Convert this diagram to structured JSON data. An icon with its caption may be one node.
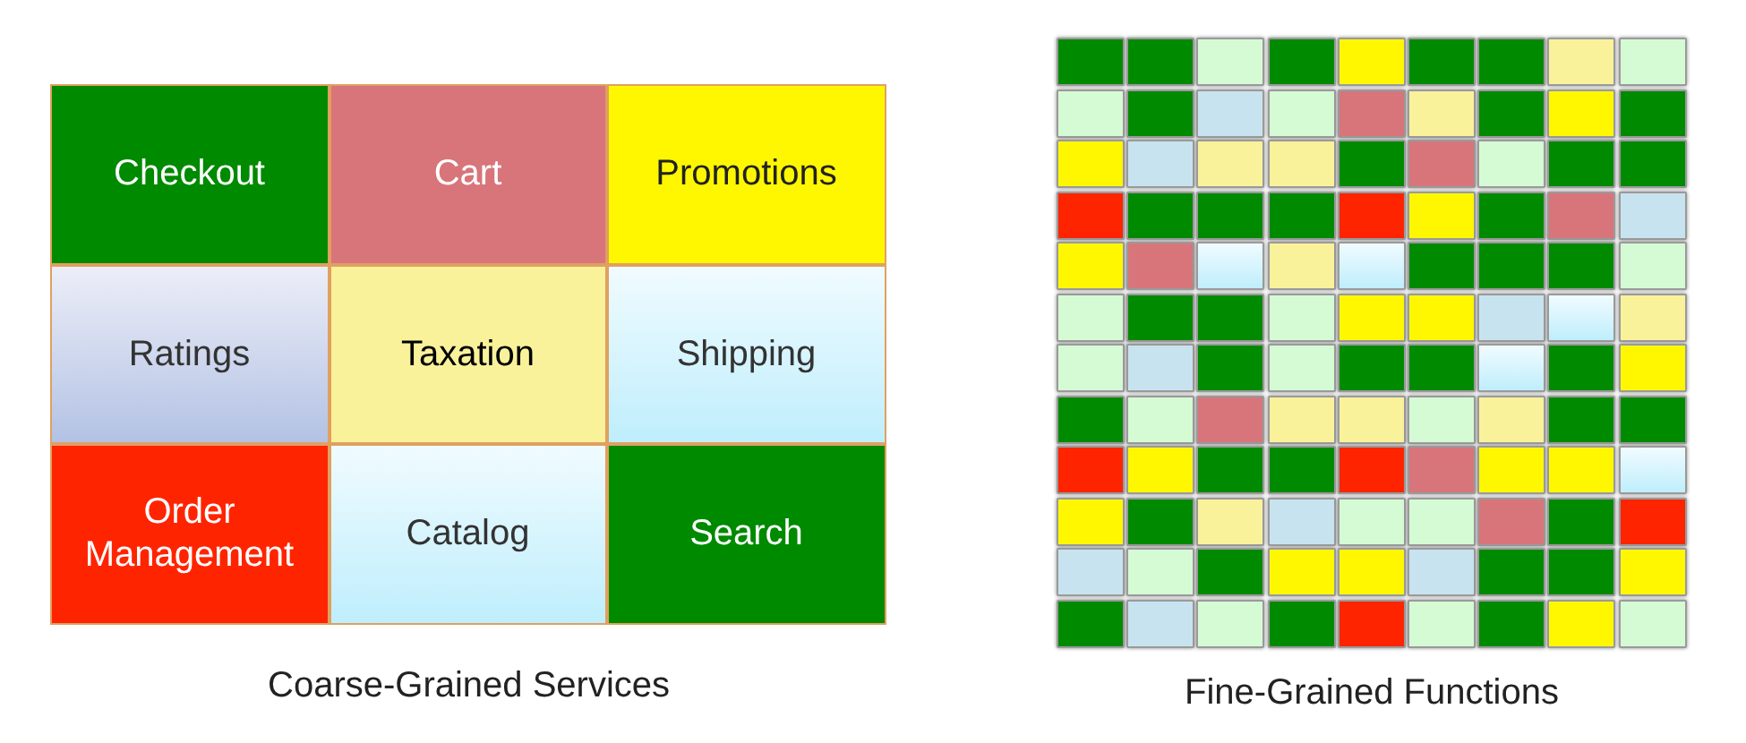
{
  "diagram": {
    "nodes": [
      {
        "text": [
          "Checkout"
        ]
      },
      {
        "text": [
          "Cart"
        ]
      },
      {
        "text": [
          "Promotions"
        ]
      },
      {
        "text": [
          "Ratings"
        ]
      },
      {
        "text": [
          "Taxation"
        ]
      },
      {
        "text": [
          "Shipping"
        ]
      },
      {
        "text": [
          "Order Management"
        ]
      },
      {
        "text": [
          "Catalog"
        ]
      },
      {
        "text": [
          "Search"
        ]
      },
      {
        "text": [],
        "shape": "box"
      },
      {
        "text": [],
        "shape": "box"
      },
      {
        "text": [],
        "shape": "box"
      },
      {
        "text": [],
        "shape": "box"
      },
      {
        "text": [],
        "shape": "box"
      },
      {
        "text": [],
        "shape": "box"
      },
      {
        "text": [],
        "shape": "box"
      },
      {
        "text": [],
        "shape": "box"
      },
      {
        "text": [],
        "shape": "box"
      },
      {
        "text": [],
        "shape": "box"
      },
      {
        "text": [],
        "shape": "box"
      },
      {
        "text": [],
        "shape": "box"
      },
      {
        "text": [],
        "shape": "box"
      },
      {
        "text": [],
        "shape": "box"
      },
      {
        "text": [],
        "shape": "box"
      },
      {
        "text": [],
        "shape": "box"
      },
      {
        "text": [],
        "shape": "box"
      },
      {
        "text": [],
        "shape": "box"
      },
      {
        "text": [],
        "shape": "box"
      },
      {
        "text": [],
        "shape": "box"
      },
      {
        "text": [],
        "shape": "box"
      },
      {
        "text": [],
        "shape": "box"
      },
      {
        "text": [],
        "shape": "box"
      },
      {
        "text": [],
        "shape": "box"
      },
      {
        "text": [],
        "shape": "box"
      },
      {
        "text": [],
        "shape": "box"
      },
      {
        "text": [],
        "shape": "box"
      },
      {
        "text": [],
        "shape": "box"
      },
      {
        "text": [],
        "shape": "box"
      },
      {
        "text": [],
        "shape": "box"
      },
      {
        "text": [],
        "shape": "box"
      },
      {
        "text": [],
        "shape": "box"
      },
      {
        "text": [],
        "shape": "box"
      },
      {
        "text": [],
        "shape": "box"
      },
      {
        "text": [],
        "shape": "box"
      },
      {
        "text": [],
        "shape": "box"
      },
      {
        "text": [],
        "shape": "box"
      },
      {
        "text": [],
        "shape": "box"
      },
      {
        "text": [],
        "shape": "box"
      },
      {
        "text": [],
        "shape": "box"
      },
      {
        "text": [],
        "shape": "box"
      },
      {
        "text": [],
        "shape": "box"
      },
      {
        "text": [],
        "shape": "box"
      },
      {
        "text": [],
        "shape": "box"
      },
      {
        "text": [],
        "shape": "box"
      },
      {
        "text": [],
        "shape": "box"
      },
      {
        "text": [],
        "shape": "box"
      },
      {
        "text": [],
        "shape": "box"
      },
      {
        "text": [],
        "shape": "box"
      },
      {
        "text": [],
        "shape": "box"
      },
      {
        "text": [],
        "shape": "box"
      },
      {
        "text": [],
        "shape": "box"
      },
      {
        "text": [],
        "shape": "box"
      },
      {
        "text": [],
        "shape": "box"
      },
      {
        "text": [],
        "shape": "box"
      },
      {
        "text": [],
        "shape": "box"
      },
      {
        "text": [],
        "shape": "box"
      },
      {
        "text": [],
        "shape": "box"
      },
      {
        "text": [],
        "shape": "box"
      },
      {
        "text": [],
        "shape": "box"
      },
      {
        "text": [],
        "shape": "box"
      },
      {
        "text": [],
        "shape": "box"
      },
      {
        "text": [],
        "shape": "box"
      },
      {
        "text": [],
        "shape": "box"
      },
      {
        "text": [],
        "shape": "box"
      },
      {
        "text": [],
        "shape": "box"
      },
      {
        "text": [],
        "shape": "box"
      },
      {
        "text": [],
        "shape": "box"
      },
      {
        "text": [],
        "shape": "box"
      },
      {
        "text": [],
        "shape": "box"
      },
      {
        "text": [],
        "shape": "box"
      },
      {
        "text": [],
        "shape": "box"
      },
      {
        "text": [],
        "shape": "box"
      },
      {
        "text": [],
        "shape": "box"
      },
      {
        "text": [],
        "shape": "box"
      },
      {
        "text": [],
        "shape": "box"
      },
      {
        "text": [],
        "shape": "box"
      },
      {
        "text": [],
        "shape": "box"
      },
      {
        "text": [],
        "shape": "box"
      },
      {
        "text": [],
        "shape": "box"
      },
      {
        "text": [],
        "shape": "box"
      },
      {
        "text": [],
        "shape": "box"
      },
      {
        "text": [],
        "shape": "box"
      },
      {
        "text": [],
        "shape": "box"
      },
      {
        "text": [],
        "shape": "box"
      },
      {
        "text": [],
        "shape": "box"
      },
      {
        "text": [],
        "shape": "box"
      },
      {
        "text": [],
        "shape": "box"
      },
      {
        "text": [],
        "shape": "box"
      },
      {
        "text": [],
        "shape": "box"
      },
      {
        "text": [],
        "shape": "box"
      },
      {
        "text": [],
        "shape": "box"
      },
      {
        "text": [],
        "shape": "box"
      },
      {
        "text": [],
        "shape": "box"
      },
      {
        "text": [],
        "shape": "box"
      },
      {
        "text": [],
        "shape": "box"
      },
      {
        "text": [],
        "shape": "box"
      },
      {
        "text": [],
        "shape": "box"
      },
      {
        "text": [],
        "shape": "box"
      },
      {
        "text": [],
        "shape": "box"
      },
      {
        "text": [],
        "shape": "box"
      },
      {
        "text": [],
        "shape": "box"
      },
      {
        "text": [],
        "shape": "box"
      },
      {
        "text": [],
        "shape": "box"
      },
      {
        "text": [],
        "shape": "box"
      },
      {
        "text": [],
        "shape": "box"
      },
      {
        "text": [],
        "shape": "box"
      },
      {
        "text": [],
        "shape": "box"
      }
    ],
    "labels": [
      "Coarse-Grained Services",
      "Fine-Grained Functions"
    ]
  }
}
